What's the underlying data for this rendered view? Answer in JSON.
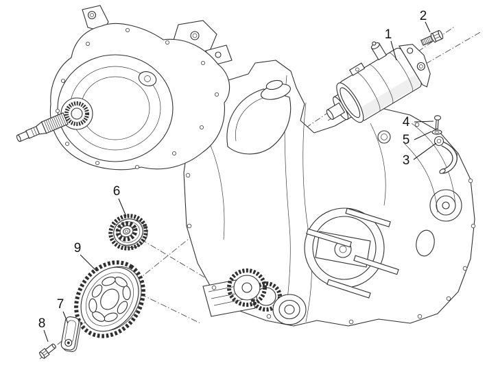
{
  "diagram": {
    "type": "exploded-parts-diagram",
    "background_color": "#ffffff",
    "line_color": "#2f2f2f",
    "text_color": "#111111",
    "callouts": [
      {
        "number": "1"
      },
      {
        "number": "2"
      },
      {
        "number": "3"
      },
      {
        "number": "4"
      },
      {
        "number": "5"
      },
      {
        "number": "6"
      },
      {
        "number": "7"
      },
      {
        "number": "8"
      },
      {
        "number": "9"
      }
    ]
  }
}
